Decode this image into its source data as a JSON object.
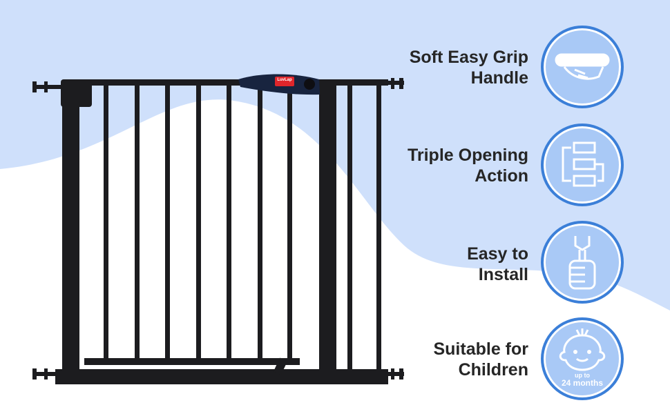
{
  "brand_label": "LuvLap",
  "features": [
    {
      "line1": "Soft Easy Grip",
      "line2": "Handle",
      "icon": "hand-grip-icon"
    },
    {
      "line1": "Triple Opening",
      "line2": "Action",
      "icon": "flow-arrows-icon"
    },
    {
      "line1": "Easy to",
      "line2": "Install",
      "icon": "wrench-hand-icon"
    },
    {
      "line1": "Suitable for",
      "line2": "Children",
      "icon": "baby-face-icon",
      "badge_top": "up to",
      "badge_bottom": "24 months"
    }
  ],
  "colors": {
    "background": "#cfe0fb",
    "ring": "#3b7fd8",
    "circle_fill": "#a9c9f6",
    "gate": "#1c1c1f",
    "brand": "#e0262b"
  }
}
